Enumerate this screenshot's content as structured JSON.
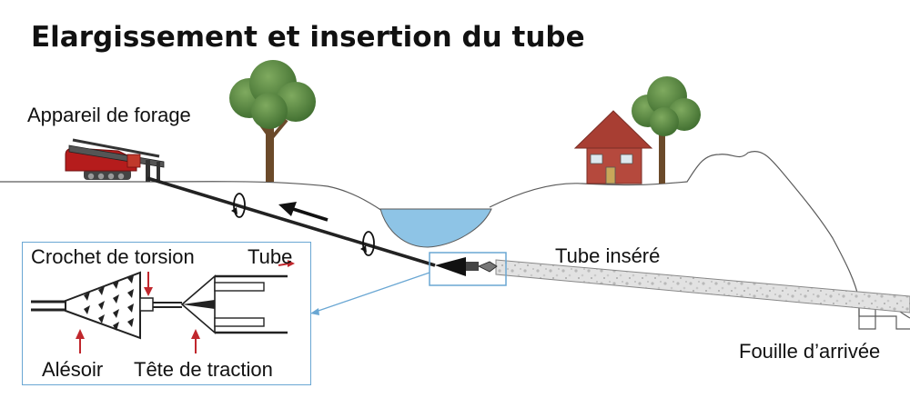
{
  "title": "Elargissement et insertion du tube",
  "labels": {
    "drill_rig": "Appareil de forage",
    "inserted_tube": "Tube inséré",
    "exit_pit": "Fouille d’arrivée"
  },
  "inset": {
    "torsion_hook": "Crochet de torsion",
    "tube": "Tube",
    "reamer": "Alésoir",
    "pulling_head": "Tête de traction"
  },
  "colors": {
    "ground_line": "#5a5a5a",
    "water": "#8ec4e6",
    "tree_foliage": "#4d7f3a",
    "house_wall": "#b5493d",
    "rig_body": "#b51c1c",
    "inset_border": "#6aa7d3",
    "callout_arrow": "#c0272d"
  }
}
